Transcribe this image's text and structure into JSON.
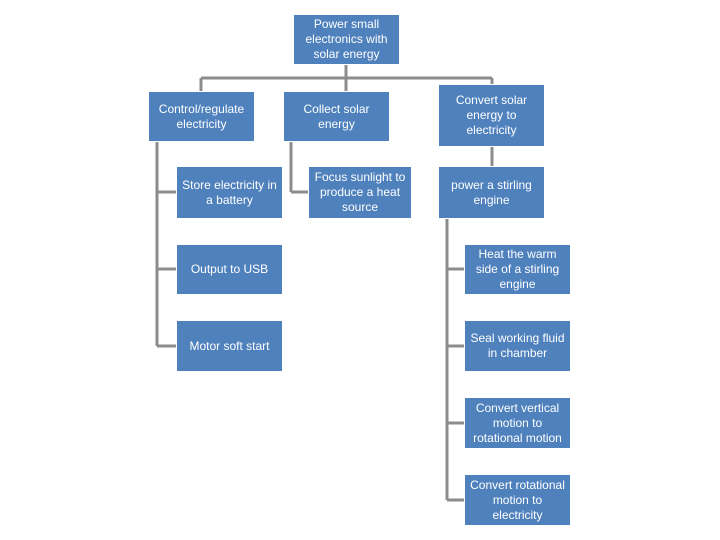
{
  "colors": {
    "box_fill": "#4f81bd",
    "connector": "#8c8c8c",
    "text": "#ffffff",
    "background": "#ffffff"
  },
  "root": {
    "label": "Power small electronics with solar energy"
  },
  "branches": [
    {
      "label": "Control/regulate electricity",
      "children": [
        "Store electricity in a battery",
        "Output to USB",
        "Motor soft start"
      ]
    },
    {
      "label": "Collect solar energy",
      "children": [
        "Focus sunlight to produce a heat source"
      ]
    },
    {
      "label": "Convert solar energy to electricity",
      "children": [
        "power a stirling engine",
        "Heat the warm side of a stirling engine",
        "Seal working fluid in chamber",
        "Convert vertical motion to rotational motion",
        "Convert rotational motion to electricity"
      ]
    }
  ]
}
